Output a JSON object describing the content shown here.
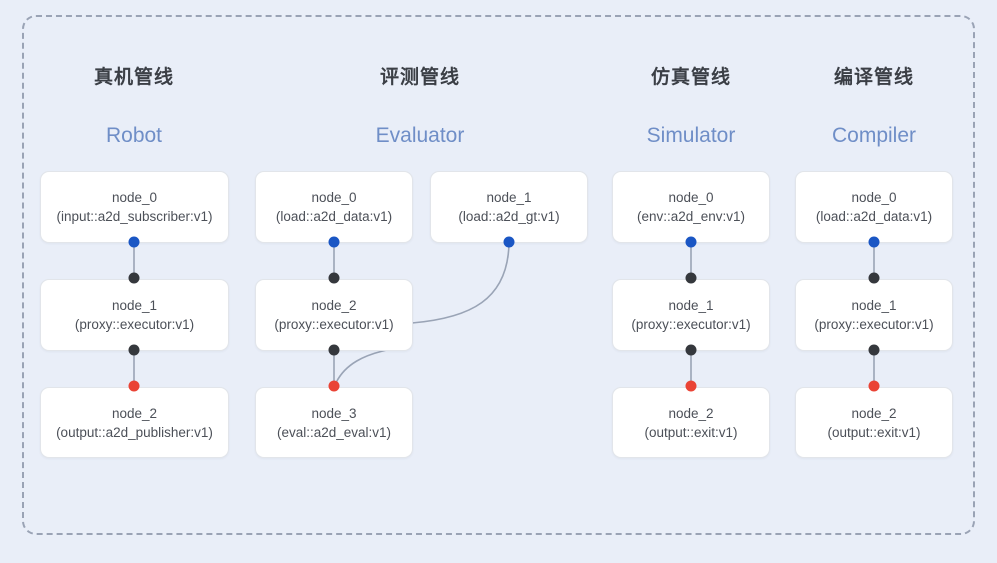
{
  "diagram": {
    "background_color": "#e9eef8",
    "frame_border_color": "#9aa3b5",
    "accent_color": "#6f8ec7",
    "port_colors": {
      "input": "#1a56c4",
      "middle": "#35383d",
      "output": "#ea4335"
    },
    "edge_color": "#9aa4b6"
  },
  "columns": [
    {
      "title_cn": "真机管线",
      "title_en": "Robot",
      "nodes": [
        {
          "name": "node_0",
          "type": "(input::a2d_subscriber:v1)"
        },
        {
          "name": "node_1",
          "type": "(proxy::executor:v1)"
        },
        {
          "name": "node_2",
          "type": "(output::a2d_publisher:v1)"
        }
      ]
    },
    {
      "title_cn": "评测管线",
      "title_en": "Evaluator",
      "nodes": [
        {
          "name": "node_0",
          "type": "(load::a2d_data:v1)"
        },
        {
          "name": "node_1",
          "type": "(load::a2d_gt:v1)"
        },
        {
          "name": "node_2",
          "type": "(proxy::executor:v1)"
        },
        {
          "name": "node_3",
          "type": "(eval::a2d_eval:v1)"
        }
      ]
    },
    {
      "title_cn": "仿真管线",
      "title_en": "Simulator",
      "nodes": [
        {
          "name": "node_0",
          "type": "(env::a2d_env:v1)"
        },
        {
          "name": "node_1",
          "type": "(proxy::executor:v1)"
        },
        {
          "name": "node_2",
          "type": "(output::exit:v1)"
        }
      ]
    },
    {
      "title_cn": "编译管线",
      "title_en": "Compiler",
      "nodes": [
        {
          "name": "node_0",
          "type": "(load::a2d_data:v1)"
        },
        {
          "name": "node_1",
          "type": "(proxy::executor:v1)"
        },
        {
          "name": "node_2",
          "type": "(output::exit:v1)"
        }
      ]
    }
  ]
}
